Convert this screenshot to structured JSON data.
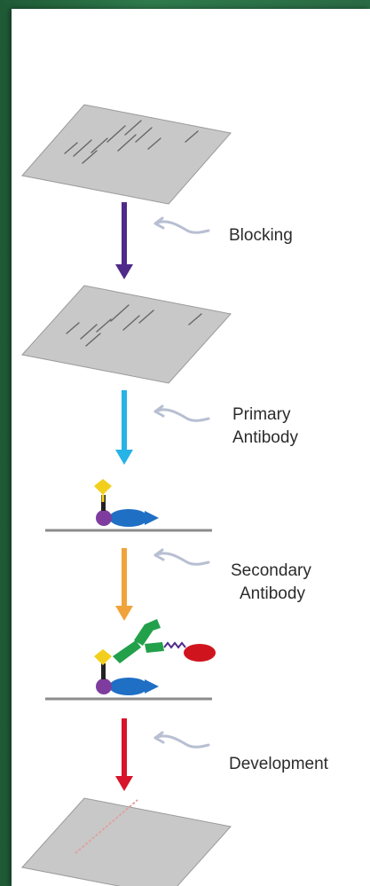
{
  "steps": [
    {
      "label_lines": [
        "Blocking"
      ],
      "arrow_color": "#4f2a8a"
    },
    {
      "label_lines": [
        "Primary",
        "Antibody"
      ],
      "arrow_color": "#26b3e6"
    },
    {
      "label_lines": [
        "Secondary",
        "Antibody"
      ],
      "arrow_color": "#f0a33a"
    },
    {
      "label_lines": [
        "Development"
      ],
      "arrow_color": "#d8142a"
    }
  ],
  "colors": {
    "membrane": "#c8c8c8",
    "membrane_edge": "#9a9a9a",
    "pointer_arrow": "#b8bfd2",
    "protein": "#7e3d9e",
    "blocker": "#1f6fc4",
    "primary_antibody": "#f2cf1c",
    "secondary_antibody": "#22a04a",
    "enzyme": "#d0141e",
    "signal_band": "#e0a2a2"
  },
  "icons": [
    "membrane-sheet",
    "process-arrow",
    "pointer-arrow",
    "antibody-complex"
  ]
}
